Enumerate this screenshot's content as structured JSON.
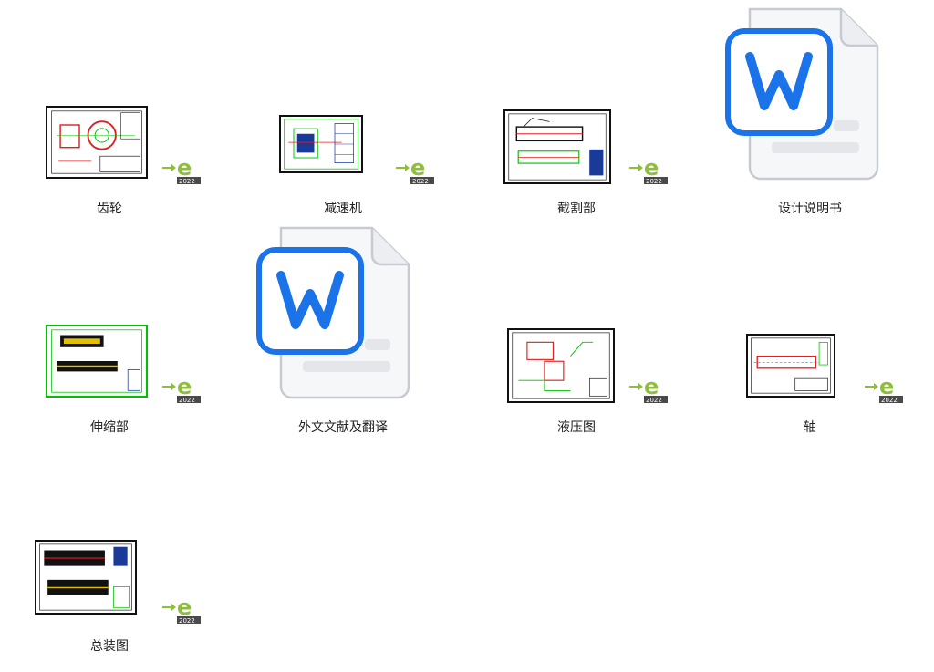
{
  "files": [
    {
      "id": "gear",
      "name": "齿轮",
      "kind": "drawing"
    },
    {
      "id": "reducer",
      "name": "减速机",
      "kind": "drawing"
    },
    {
      "id": "cutting",
      "name": "截割部",
      "kind": "drawing"
    },
    {
      "id": "design-doc",
      "name": "设计说明书",
      "kind": "word"
    },
    {
      "id": "telescopic",
      "name": "伸缩部",
      "kind": "drawing"
    },
    {
      "id": "translation",
      "name": "外文文献及翻译",
      "kind": "word"
    },
    {
      "id": "hydraulic",
      "name": "液压图",
      "kind": "drawing"
    },
    {
      "id": "shaft",
      "name": "轴",
      "kind": "drawing"
    },
    {
      "id": "assembly",
      "name": "总装图",
      "kind": "drawing"
    }
  ],
  "badge": {
    "year": "2022",
    "icon": "edrawings-icon",
    "color": "#8fbf3a"
  },
  "word_icon": {
    "icon": "wps-word-icon",
    "color": "#1a73e8"
  }
}
